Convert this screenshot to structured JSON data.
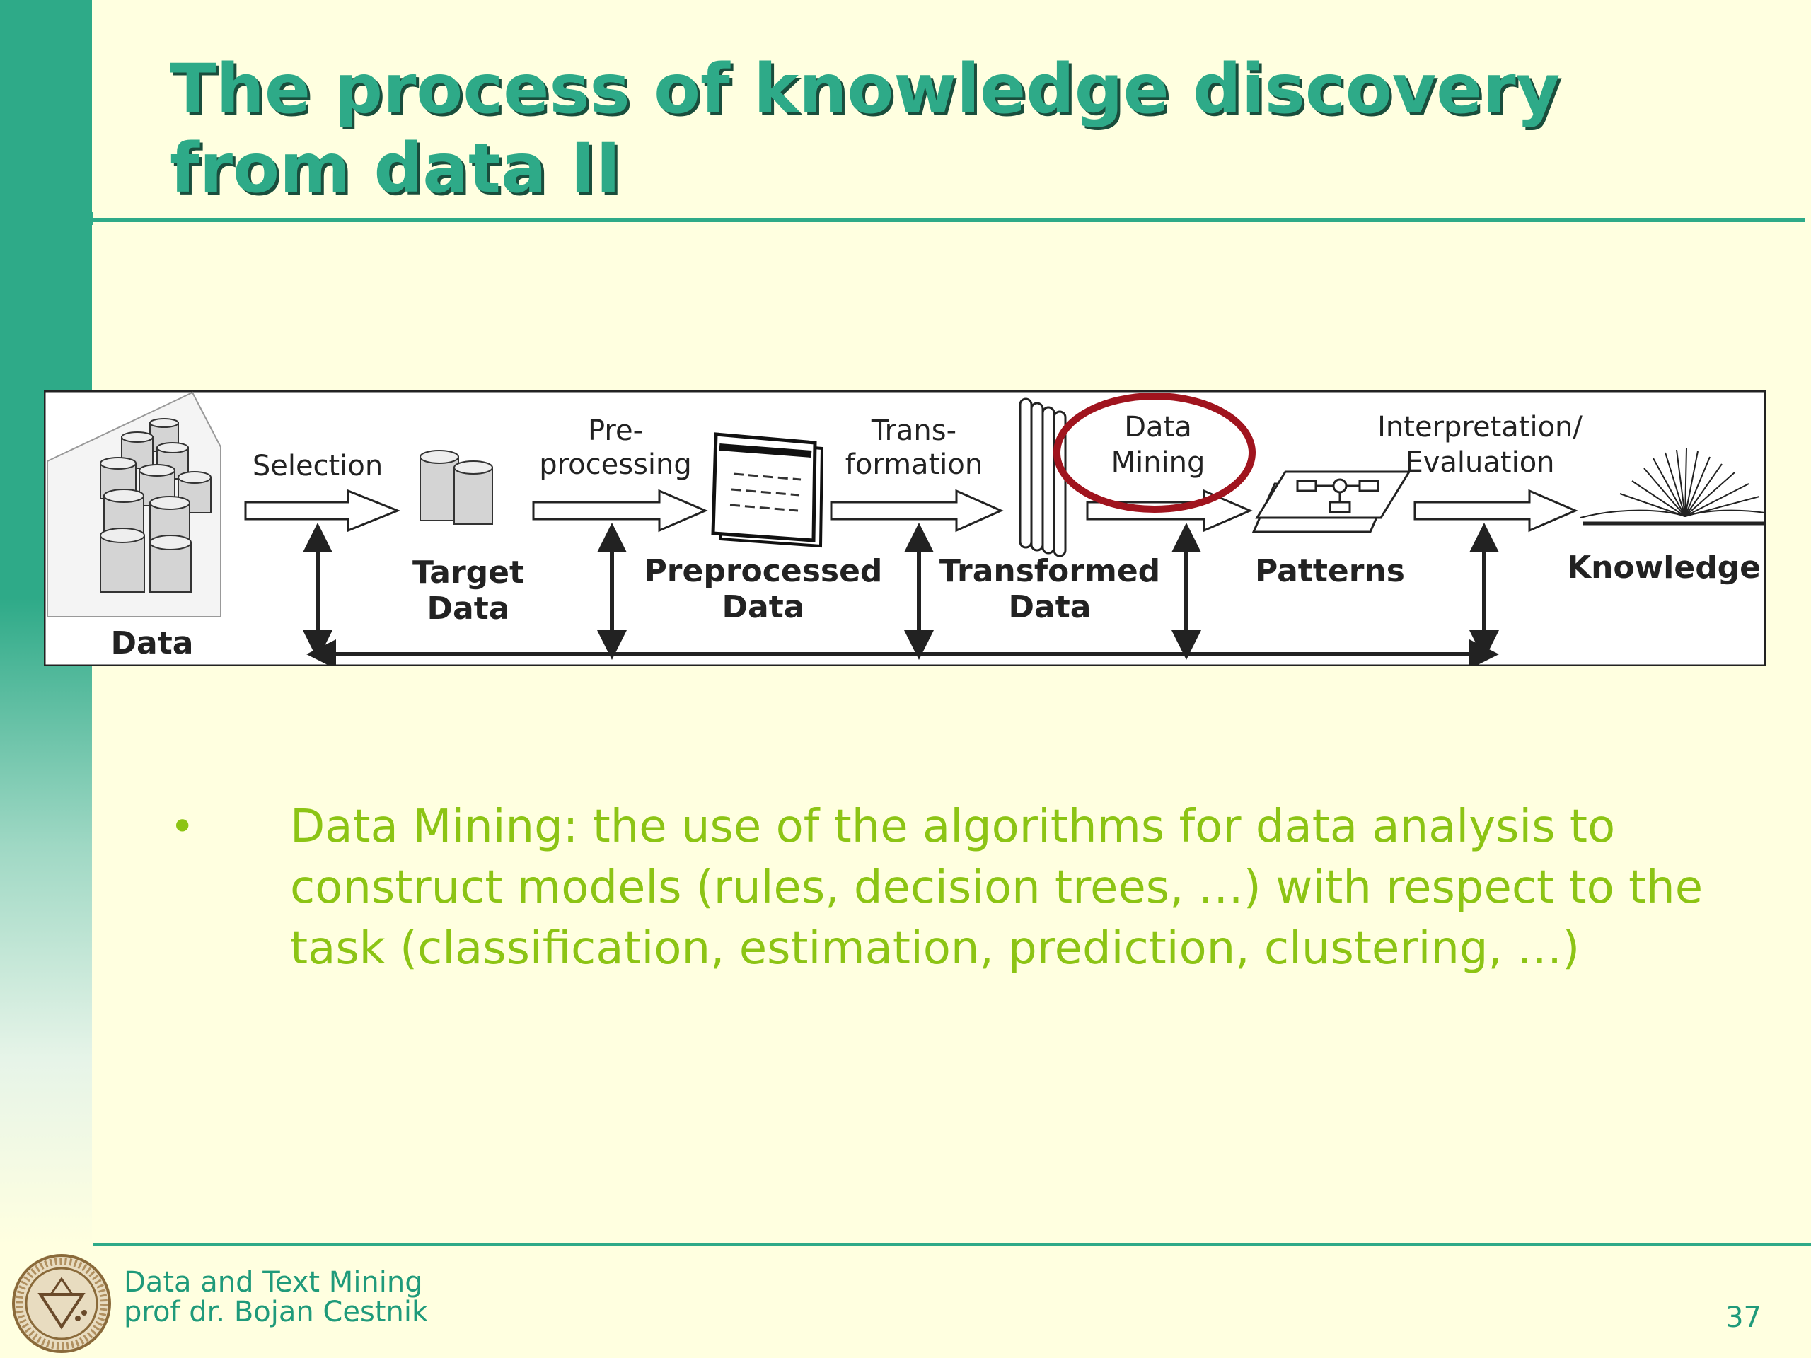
{
  "slide": {
    "title": "The process of knowledge discovery from data II",
    "bullet": "Data Mining: the use of the algorithms for data analysis to construct models (rules, decision trees, …) with respect to the task (classification, estimation, prediction, clustering, …)",
    "footer": {
      "line1": "Data and Text Mining",
      "line2": "prof dr. Bojan Cestnik",
      "page_number": "37"
    },
    "colors": {
      "accent": "#2eaa88",
      "bullet_text": "#8cc414",
      "highlight_circle": "#a0141e"
    }
  },
  "diagram": {
    "steps": {
      "selection": "Selection",
      "pre_1": "Pre-",
      "pre_2": "processing",
      "trans_1": "Trans-",
      "trans_2": "formation",
      "mining_1": "Data",
      "mining_2": "Mining",
      "interp_1": "Interpretation/",
      "interp_2": "Evaluation"
    },
    "stages": {
      "data": "Data",
      "target_1": "Target",
      "target_2": "Data",
      "preprocessed_1": "Preprocessed",
      "preprocessed_2": "Data",
      "transformed_1": "Transformed",
      "transformed_2": "Data",
      "patterns": "Patterns",
      "knowledge": "Knowledge"
    },
    "icons": [
      "database-cluster-icon",
      "database-pair-icon",
      "documents-icon",
      "columns-icon",
      "flowchart-icon",
      "book-icon"
    ]
  }
}
